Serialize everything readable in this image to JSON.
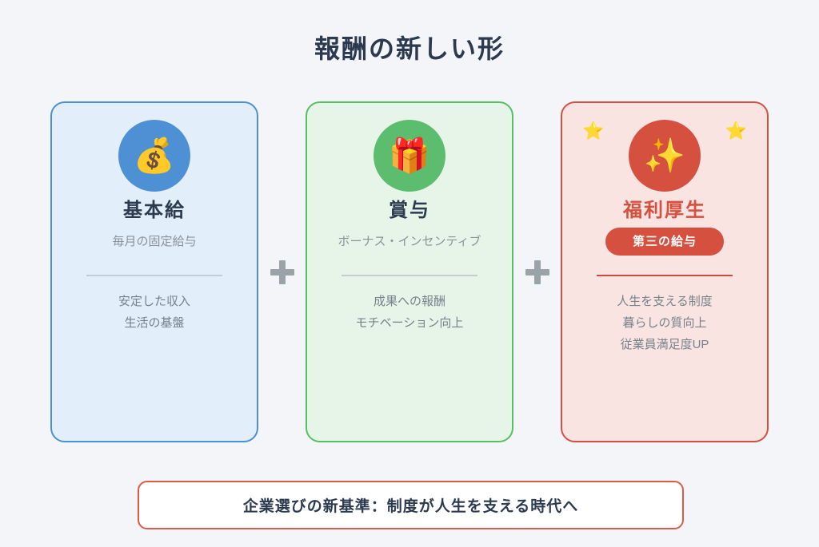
{
  "page": {
    "title": "報酬の新しい形",
    "background_color": "#f4f5f9",
    "title_color": "#2c3a50"
  },
  "cards": [
    {
      "title": "基本給",
      "subtitle": "毎月の固定給与",
      "icon": "💰",
      "icon_name": "money-bag-icon",
      "items": [
        "安定した収入",
        "生活の基盤"
      ],
      "colors": {
        "border": "#4a90d8",
        "background": "#e2eef9",
        "circle": "#4e90d4",
        "title": "#2c3a50"
      }
    },
    {
      "title": "賞与",
      "subtitle": "ボーナス・インセンティブ",
      "icon": "🎁",
      "icon_name": "gift-icon",
      "items": [
        "成果への報酬",
        "モチベーション向上"
      ],
      "colors": {
        "border": "#55bf63",
        "background": "#e7f5e8",
        "circle": "#5cbd6e",
        "title": "#2c3a50"
      }
    },
    {
      "title": "福利厚生",
      "badge": "第三の給与",
      "icon": "✨",
      "icon_name": "sparkles-icon",
      "corner_star": "⭐",
      "items": [
        "人生を支える制度",
        "暮らしの質向上",
        "従業員満足度UP"
      ],
      "colors": {
        "border": "#d5503f",
        "background": "#fae4e2",
        "circle": "#d5503f",
        "title": "#d5503f",
        "badge_background": "#d5503f",
        "badge_text": "#ffffff"
      }
    }
  ],
  "separator": {
    "symbol": "+",
    "color": "#9aa2aa"
  },
  "footer": {
    "text": "企業選びの新基準：制度が人生を支える時代へ",
    "border_color": "#dd5a45",
    "background": "#ffffff",
    "text_color": "#2c3a50"
  }
}
